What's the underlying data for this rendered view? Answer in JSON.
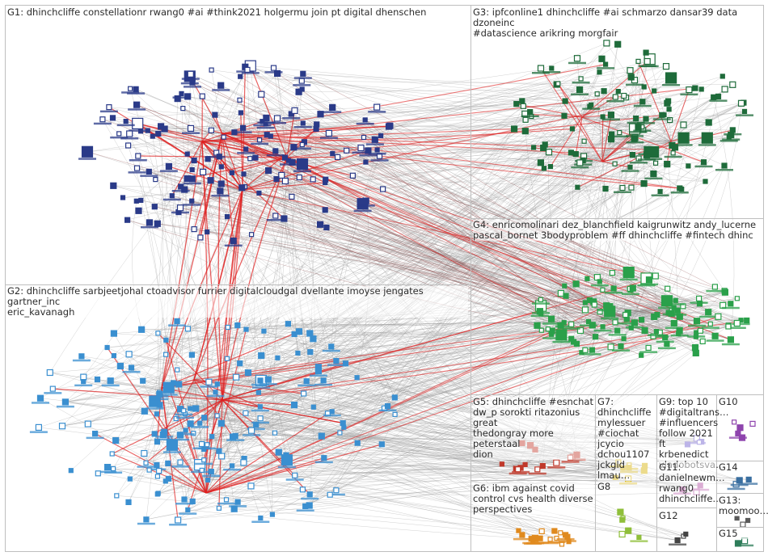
{
  "groups": [
    {
      "id": "G1",
      "label": "G1: dhinchcliffe constellationr rwang0 #ai #think2021 holgermu join pt digital dhenschen",
      "node_color": "#2a3a88"
    },
    {
      "id": "G2",
      "label": "G2: dhinchcliffe sarbjeetjohal ctoadvisor furrier digitalcloudgal dvellante imoyse jengates gartner_inc\neric_kavanagh",
      "node_color": "#3a8fd0"
    },
    {
      "id": "G3",
      "label": "G3: ipfconline1 dhinchcliffe #ai schmarzo dansar39 data dzoneinc\n#datascience arikring morgfair",
      "node_color": "#1e6b3a"
    },
    {
      "id": "G4",
      "label": "G4: enricomolinari dez_blanchfield kaigrunwitz andy_lucerne\npascal_bornet 3bodyproblem #ff dhinchcliffe #fintech dhinc",
      "node_color": "#2aa04a"
    },
    {
      "id": "G5",
      "label": "G5: dhinchcliffe #esnchat\ndw_p sorokti ritazonius great\nthedongray more peterstaal\ndion",
      "node_color": "#c0392b"
    },
    {
      "id": "G6",
      "label": "G6: ibm against covid\ncontrol cvs health diverse\nperspectives",
      "node_color": "#e08a1e"
    },
    {
      "id": "G7",
      "label": "G7:\ndhinchcliffe\nmylessuer\n#ciochat\njcycio\ndchou1107\njckgld lmau…",
      "node_color": "#d4b000"
    },
    {
      "id": "G8",
      "label": "G8",
      "node_color": "#8fbf3a"
    },
    {
      "id": "G9",
      "label": "G9: top 10\n#digitaltrans…\n#influencers\nfollow 2021 ft\nkrbenedict\nvladobotsva…",
      "node_color": "#6a5acd"
    },
    {
      "id": "G10",
      "label": "G10",
      "node_color": "#8e44ad"
    },
    {
      "id": "G11",
      "label": "G11:\ndanielnewm…\nrwang0\ndhinchcliffe…",
      "node_color": "#b04aa0"
    },
    {
      "id": "G12",
      "label": "G12",
      "node_color": "#444444"
    },
    {
      "id": "G13",
      "label": "G13:\nmoomoo…",
      "node_color": "#5a5a5a"
    },
    {
      "id": "G14",
      "label": "G14",
      "node_color": "#3a6fa0"
    },
    {
      "id": "G15",
      "label": "G15",
      "node_color": "#2e7d5a"
    }
  ],
  "colors": {
    "edge_gray": "#9a9a9a",
    "edge_red": "#e02020",
    "edge_dark": "#7a2a2a",
    "box_border": "#bfbfbf",
    "label_text": "#2b2b2b"
  }
}
